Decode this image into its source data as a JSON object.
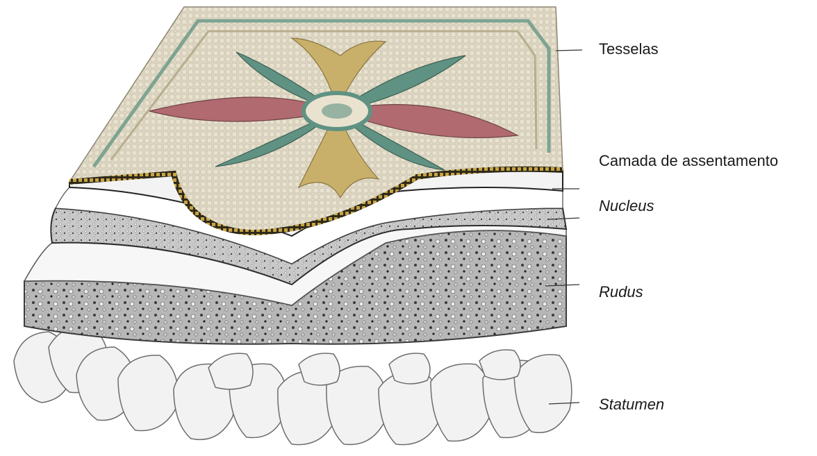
{
  "labels": {
    "tesselas": "Tesselas",
    "camada": "Camada de assentamento",
    "nucleus": "Nucleus",
    "rudus": "Rudus",
    "statumen": "Statumen"
  },
  "colors": {
    "mosaic_background": "#e9e2cf",
    "petal_red": "#b06a70",
    "petal_green": "#5f9282",
    "petal_ochre": "#c8b06a",
    "border_gold": "#a8862e",
    "rudus_gray": "#a9a9a9",
    "stone_white": "#f1f1f1"
  }
}
